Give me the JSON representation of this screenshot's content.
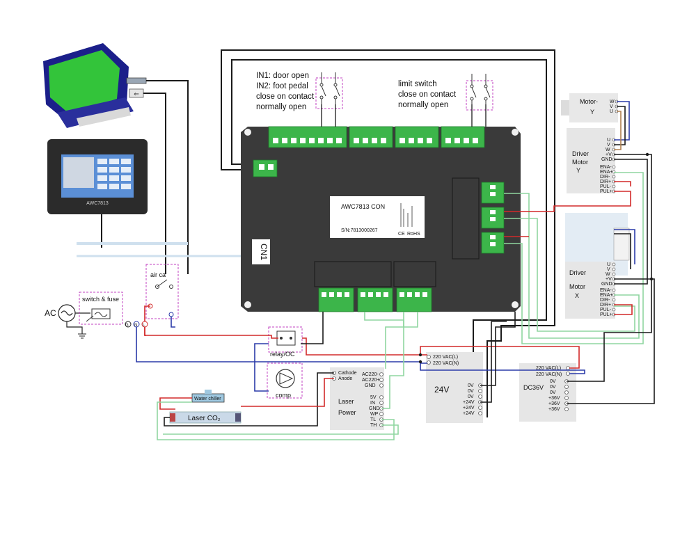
{
  "notes": {
    "in_lines": [
      "IN1: door open",
      "IN2: foot pedal",
      "close on contact",
      "normally open"
    ],
    "limit_lines": [
      "limit switch",
      "close on contact",
      "normally open"
    ]
  },
  "controller": {
    "model": "AWC7813 CON",
    "serial": "S/N:7813000267",
    "ce_mark": "CE",
    "rohs_mark": "RoHS",
    "connector": "CN1"
  },
  "panel": {
    "brand": "AWC7813"
  },
  "ac_input": {
    "label": "AC",
    "switch_fuse": "switch & fuse"
  },
  "air": {
    "label": "air ca"
  },
  "relay": {
    "label": "relay/OC"
  },
  "comp": {
    "label": "comp"
  },
  "water": {
    "label": "Water chiller"
  },
  "laser_tube": {
    "label": "Laser CO₂"
  },
  "laser_power": {
    "title_1": "Laser",
    "title_2": "Power",
    "top_left": [
      "Cathode",
      "Anode"
    ],
    "top_right": [
      "AC220-",
      "AC220+",
      "GND"
    ],
    "signals": [
      "5V",
      "IN",
      "GND",
      "WP",
      "TL",
      "TH"
    ]
  },
  "psu24": {
    "title": "24V",
    "ac": [
      "220 VAC(L)",
      "220 VAC(N)"
    ],
    "outputs": [
      "0V",
      "0V",
      "0V",
      "+24V",
      "+24V",
      "+24V"
    ]
  },
  "psu36": {
    "title": "DC36V",
    "ac": [
      "220 VAC(L)",
      "220 VAC(N)"
    ],
    "outputs": [
      "0V",
      "0V",
      "0V",
      "+36V",
      "+36V",
      "+36V"
    ]
  },
  "motor_y": {
    "label_1": "Motor-",
    "label_2": "Y",
    "phases": [
      "W",
      "V",
      "U"
    ]
  },
  "driver_y": {
    "label_1": "Driver",
    "label_2": "Motor",
    "label_3": "Y",
    "terms_top": [
      "U",
      "V",
      "W",
      "+V",
      "GND"
    ],
    "terms_bottom": [
      "ENA-",
      "ENA+",
      "DIR-",
      "DIR+",
      "PUL-",
      "PUL+"
    ]
  },
  "driver_x": {
    "label_1": "Driver",
    "label_2": "Motor",
    "label_3": "X",
    "terms_top": [
      "U",
      "V",
      "W",
      "+V",
      "GND"
    ],
    "terms_bottom": [
      "ENA-",
      "ENA+",
      "DIR-",
      "DIR+",
      "PUL-",
      "PUL+"
    ]
  },
  "colors": {
    "wire_black": "#1a1a1a",
    "wire_red": "#d22a2a",
    "wire_blue": "#2a3aa8",
    "wire_green": "#8fd6a0",
    "terminal_green": "#3cb54a",
    "controller_body": "#3a3a3a",
    "dashed_magenta": "#c040c0"
  }
}
